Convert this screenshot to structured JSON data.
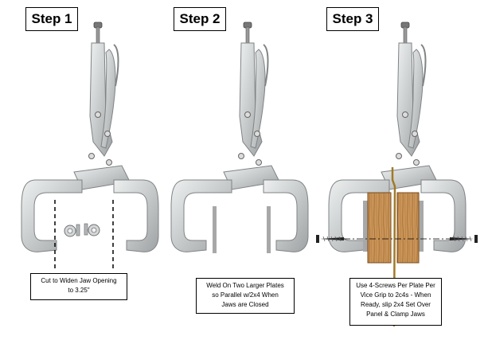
{
  "steps": [
    {
      "label": "Step 1",
      "note": "Cut to Widen Jaw Opening\nto 3.25\""
    },
    {
      "label": "Step 2",
      "note": "Weld On Two Larger Plates\nso Parallel w/2x4 When\nJaws are Closed"
    },
    {
      "label": "Step 3",
      "note": "Use 4-Screws Per Plate Per\nVice Grip to 2c4s -  When\nReady, slip 2x4 Set Over\nPanel & Clamp Jaws"
    }
  ],
  "colors": {
    "metal": "#c8cccc",
    "metal_edge": "#8a8e90",
    "wood": "#c9955a",
    "wood_grain": "#a56b2e",
    "cable": "#a07a2a",
    "plate": "#a8a8a8"
  },
  "icons": [
    "locking-c-clamp-icon",
    "wood-block-icon",
    "screw-icon",
    "cut-line-icon"
  ]
}
